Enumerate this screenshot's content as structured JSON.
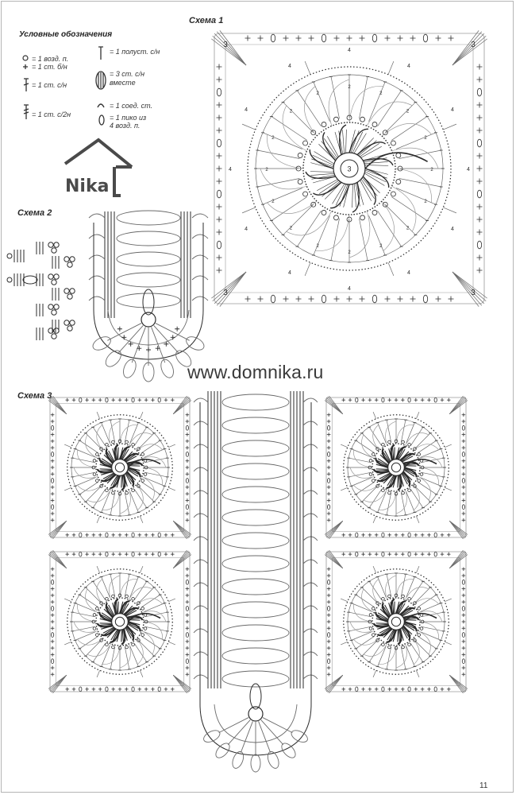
{
  "page": {
    "scheme1_label": "Схема 1",
    "scheme2_label": "Схема 2",
    "scheme3_label": "Схема 3",
    "watermark": "www.domnika.ru",
    "logo_text": "Nika",
    "page_number": "11"
  },
  "legend": {
    "title": "Условные обозначения",
    "items": [
      {
        "icon": "chain-stitch-icon",
        "text": "= 1 возд. п."
      },
      {
        "icon": "single-crochet-icon",
        "text": "= 1 ст. б/н"
      },
      {
        "icon": "double-crochet-icon",
        "text": "= 1 ст. с/н"
      },
      {
        "icon": "treble-crochet-icon",
        "text": "= 1 ст. с/2н"
      },
      {
        "icon": "half-double-crochet-icon",
        "text": "= 1 полуст. с/н"
      },
      {
        "icon": "dc-cluster-icon",
        "text": "= 3 ст. с/н"
      },
      {
        "icon": "dc-cluster-icon",
        "text": "вместе"
      },
      {
        "icon": "slip-stitch-icon",
        "text": "= 1 соед. ст."
      },
      {
        "icon": "picot-icon",
        "text": "= 1 пико из"
      },
      {
        "icon": "picot-icon",
        "text": "4 возд. п."
      }
    ]
  },
  "motif_labels": {
    "center": "3",
    "corner": "3",
    "side": "4",
    "inner": "2"
  },
  "colors": {
    "ink": "#2b2b2b",
    "line": "#6a6a6a",
    "light_line": "#9a9a9a",
    "border": "#b5b5b5"
  }
}
